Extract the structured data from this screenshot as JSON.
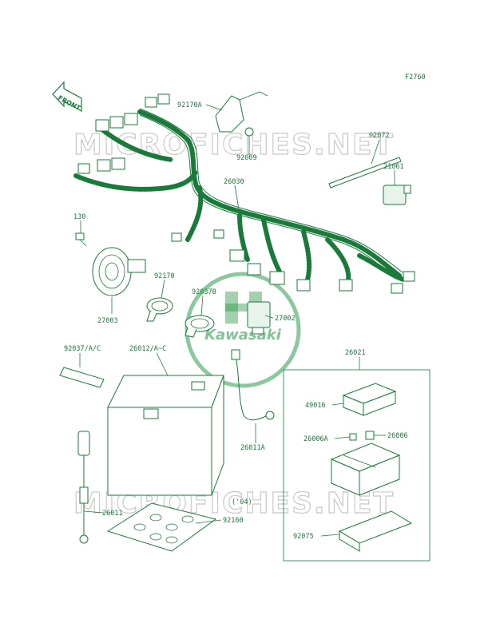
{
  "figure_code": "F2760",
  "front_label": "FRONT",
  "watermark_text": "MICROFICHES.NET",
  "logo_text": "Kawasaki",
  "year_note": "('04)",
  "colors": {
    "ink": "#1a7a3a",
    "watermark": "#c9c9c9",
    "logo": "#2e9a4c"
  },
  "part_labels": {
    "p92170A": "92170A",
    "p92009": "92009",
    "p92072": "92072",
    "p21061": "21061",
    "p26030": "26030",
    "p130": "130",
    "p92170": "92170",
    "p92037B": "92037B",
    "p27002": "27002",
    "p27003": "27003",
    "p92037AC": "92037/A/C",
    "p26012AC": "26012/A~C",
    "p26021": "26021",
    "p49016": "49016",
    "p26006A": "26006A",
    "p26006": "26006",
    "p26011A": "26011A",
    "p26011": "26011",
    "p92160": "92160",
    "p92075": "92075"
  }
}
